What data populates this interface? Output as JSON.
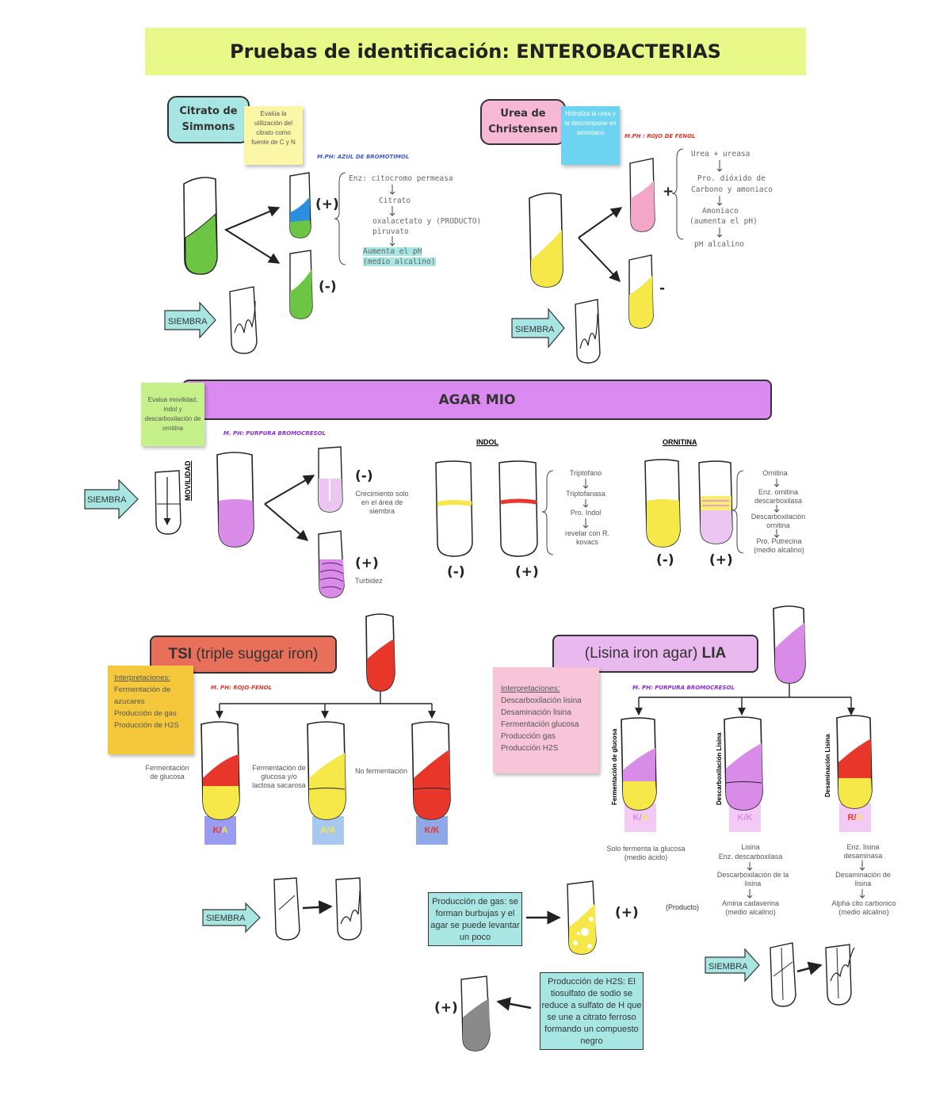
{
  "title": "Pruebas de identificación: ENTEROBACTERIAS",
  "citrato": {
    "name": "Citrato de Simmons",
    "sticky": "Evalúa la utilización del citrato como fuente de C y N",
    "indicator": "M.PH: AZUL DE BROMOTIMOL",
    "steps": [
      "Enz: citocromo permeasa",
      "Citrato",
      "oxalacetato y (PRODUCTO)",
      "piruvato",
      "Aumenta el pH",
      "(medio alcalino)"
    ],
    "pos": "(+)",
    "neg": "(-)",
    "siembra": "SIEMBRA"
  },
  "urea": {
    "name": "Urea de Christensen",
    "sticky": "Hidroliza la urea y la descompone en amoniaco",
    "indicator": "M.PH : ROJO DE FENOL",
    "steps": [
      "Urea + ureasa",
      "Pro. dióxido de",
      "Carbono y amoniaco",
      "Amoniaco",
      "(aumenta el pH)",
      "pH alcalino"
    ],
    "pos": "+",
    "neg": "-",
    "siembra": "SIEMBRA"
  },
  "mio": {
    "title": "AGAR MIO",
    "sticky": "Evalua movilidad, indol y descarboxilación de ornitina",
    "indicator": "M. PH: PURPURA BROMOCRESOL",
    "movilidad": "MOVILIDAD",
    "siembra": "SIEMBRA",
    "neg": "(-)",
    "neg_note": "Crecimiento solo en el área de siembra",
    "pos": "(+)",
    "pos_note": "Turbidez",
    "indol_title": "INDOL",
    "indol_steps": [
      "Triptofano",
      "Triptofanasa",
      "Pro. Indol",
      "revelar con R. kovacs"
    ],
    "indol_neg": "(-)",
    "indol_pos": "(+)",
    "ornitina_title": "ORNITINA",
    "ornitina_steps": [
      "Ornitina",
      "Enz. ornitina descarboxilasa",
      "Descarboxilación ornitina",
      "Pro. Putrecina (medio alcalino)"
    ],
    "ornitina_neg": "(-)",
    "ornitina_pos": "(+)"
  },
  "tsi": {
    "title_bold": "TSI",
    "title_rest": " (triple suggar iron)",
    "interp_title": "Interpretaciones:",
    "interp": [
      "Fermentación de azucares",
      "Producción de gas",
      "Producción de H2S"
    ],
    "indicator": "M. PH: ROJO-FENOL",
    "tubes": [
      {
        "label": "Fermentación de glucosa",
        "tag_k": "K",
        "tag_sep": "/",
        "tag_a": "A",
        "tag_bg": "#9a9cf2"
      },
      {
        "label": "Fermentación de glucosa y/o lactosa sacarosa",
        "tag_k": "A",
        "tag_sep": "/",
        "tag_a": "A",
        "tag_bg": "#a8c8f0"
      },
      {
        "label": "No fermentación",
        "tag_k": "K",
        "tag_sep": "/",
        "tag_a": "K",
        "tag_bg": "#8ea8e8"
      }
    ],
    "siembra": "SIEMBRA",
    "gas_note": "Producción de gas: se forman burbujas y el agar se puede levantar un poco",
    "gas_sign": "(+)",
    "h2s_note": "Producción de H2S: El tiosulfato de sodio se reduce a sulfato de H que se une a citrato ferroso formando un compuesto negro",
    "h2s_sign": "(+)"
  },
  "lia": {
    "title_rest": "(Lisina iron agar) ",
    "title_bold": "LIA",
    "interp_title": "Interpretaciones:",
    "interp": [
      "Descarboxilación lisina",
      "Desaminación lisina",
      "Fermentación glucosa",
      "Producción gas",
      "Producción H2S"
    ],
    "indicator": "M. PH: PURPURA BROMOCRESOL",
    "tubes": [
      {
        "side": "Fermentación de glucosa",
        "tag_k": "K",
        "tag_sep": "/",
        "tag_a": "A",
        "note": "Solo fermenta la glucosa (medio ácido)"
      },
      {
        "side": "Descarboxilación Lisina",
        "tag_k": "K",
        "tag_sep": "/",
        "tag_a": "K",
        "steps": [
          "Lisina",
          "Enz. descarboxilasa",
          "Descarboxilación de la lisina",
          "Amina cadaverina (medio alcalino)"
        ]
      },
      {
        "side": "Desaminación Lisina",
        "tag_k": "R",
        "tag_sep": "/",
        "tag_a": "A",
        "steps": [
          "Enz. lisina desaminasa",
          "Desaminación de lisina",
          "Alpha cito carbonico (medio alcalino)"
        ]
      }
    ],
    "producto": "(Producto)",
    "siembra": "SIEMBRA"
  },
  "colors": {
    "green": "#6cc644",
    "blue": "#2b8fe0",
    "yellow": "#f7e84a",
    "pink": "#f4a6c8",
    "purple": "#d98be8",
    "red": "#e8372a",
    "grey": "#8a8a8a",
    "teal": "#a8e6e4"
  }
}
